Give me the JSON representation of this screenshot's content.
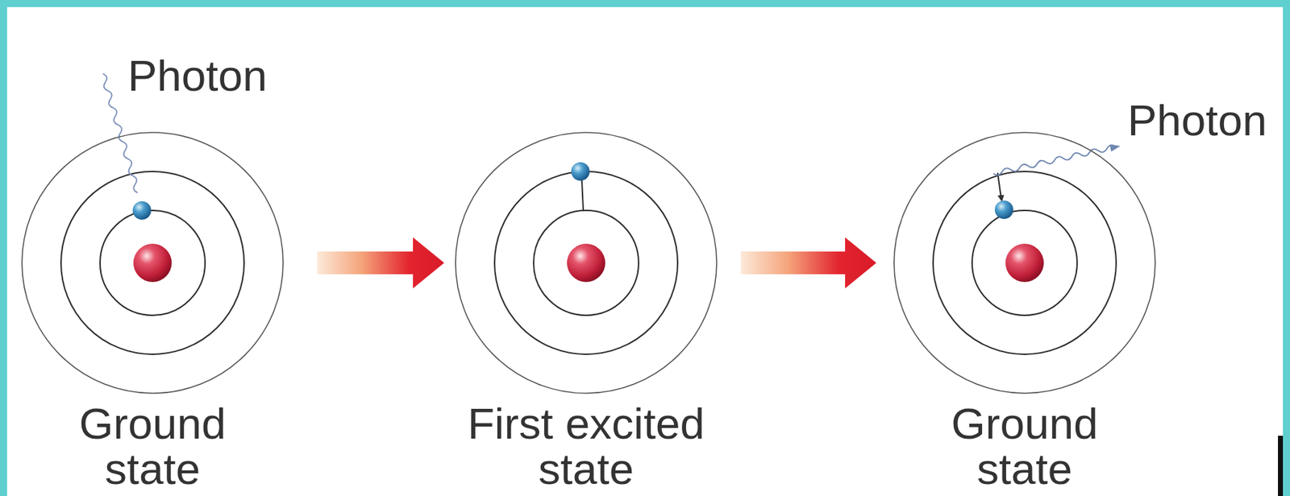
{
  "diagram": {
    "nodes": [
      {
        "text": [
          "Ground state"
        ]
      },
      {
        "text": [
          "First excited state"
        ]
      },
      {
        "text": [
          "Ground state"
        ]
      }
    ],
    "edges": [
      {
        "from": 0,
        "to": 1,
        "arrow": "to"
      },
      {
        "from": 1,
        "to": 2,
        "arrow": "to"
      }
    ],
    "labels": [
      "Photon",
      "Photon"
    ]
  }
}
